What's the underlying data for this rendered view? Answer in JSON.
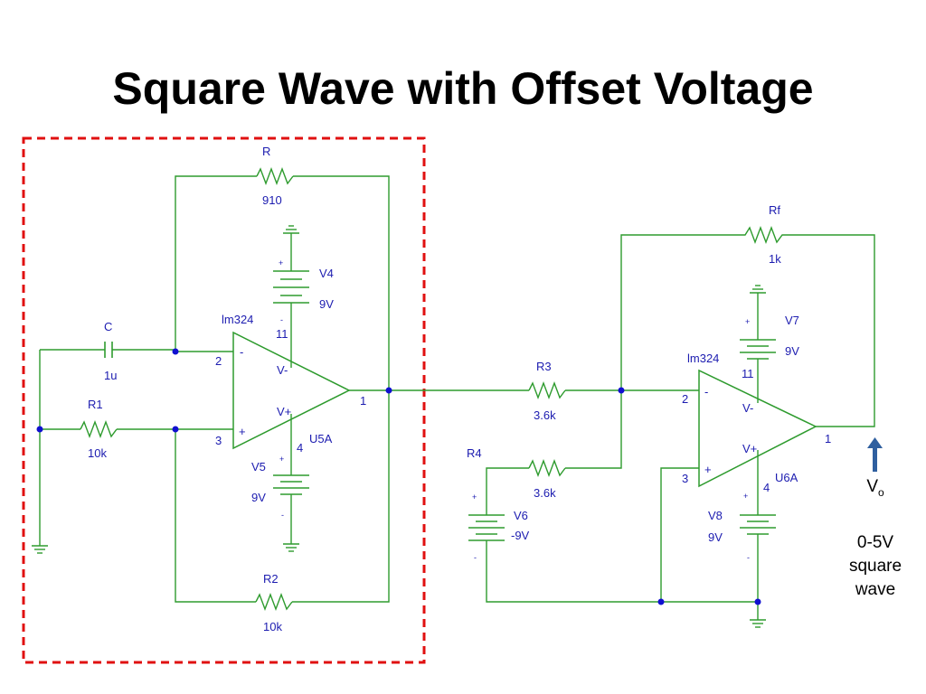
{
  "title": "Square Wave with Offset Voltage",
  "colors": {
    "wire": "#2e9b2e",
    "label": "#1c1cb0",
    "node": "#1010d0",
    "highlight_box": "#e01010",
    "output_arrow": "#2f5f9f"
  },
  "stage1": {
    "R": {
      "name": "R",
      "value": "910"
    },
    "C": {
      "name": "C",
      "value": "1u"
    },
    "R1": {
      "name": "R1",
      "value": "10k"
    },
    "R2": {
      "name": "R2",
      "value": "10k"
    },
    "V4": {
      "name": "V4",
      "value": "9V",
      "plus": "+",
      "minus": "-"
    },
    "V5": {
      "name": "V5",
      "value": "9V",
      "plus": "+",
      "minus": "-"
    },
    "opamp": {
      "model": "lm324",
      "ref": "U5A",
      "vminus": "V-",
      "vplus": "V+",
      "minus_sign": "-",
      "plus_sign": "+",
      "pin_inv": "2",
      "pin_noninv": "3",
      "pin_out": "1",
      "pin_top": "11",
      "pin_bottom": "4"
    }
  },
  "stage2": {
    "Rf": {
      "name": "Rf",
      "value": "1k"
    },
    "R3": {
      "name": "R3",
      "value": "3.6k"
    },
    "R4": {
      "name": "R4",
      "value": "3.6k"
    },
    "V6": {
      "name": "V6",
      "value": "-9V",
      "plus": "+",
      "minus": "-"
    },
    "V7": {
      "name": "V7",
      "value": "9V",
      "plus": "+",
      "minus": "-"
    },
    "V8": {
      "name": "V8",
      "value": "9V",
      "plus": "+",
      "minus": "-"
    },
    "opamp": {
      "model": "lm324",
      "ref": "U6A",
      "vminus": "V-",
      "vplus": "V+",
      "minus_sign": "-",
      "plus_sign": "+",
      "pin_inv": "2",
      "pin_noninv": "3",
      "pin_out": "1",
      "pin_top": "11",
      "pin_bottom": "4"
    }
  },
  "output": {
    "v": "V",
    "sub": "o",
    "line1": "0-5V",
    "line2": "square",
    "line3": "wave"
  }
}
